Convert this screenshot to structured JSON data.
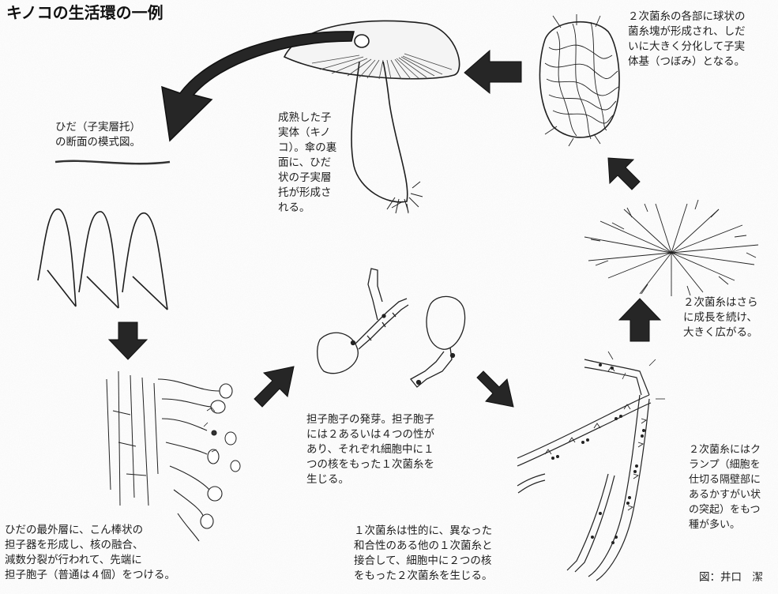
{
  "title": "キノコの生活環の一例",
  "captions": {
    "mature_fruit_body": "成熟した子\n実体（キノ\nコ）。傘の裏\n面に、ひだ\n状の子実層\n托が形成さ\nれる。",
    "secondary_mycelium_knots": "２次菌糸の各部に球状の\n菌糸塊が形成され、しだ\nいに大きく分化して子実\n体基（つぼみ）となる。",
    "gill_section": "ひだ（子実層托）\nの断面の模式図。",
    "secondary_mycelium_growth": "２次菌糸はさら\nに成長を続け、\n大きく広がる。",
    "spore_germination": "担子胞子の発芽。担子胞子\nには２あるいは４つの性が\nあり、それぞれ細胞中に１\nつの核をもった１次菌糸を\n生じる。",
    "clamp_connections": "２次菌糸にはク\nランプ（細胞を\n仕切る隔壁部に\nあるかすがい状\nの突起）をもつ\n種が多い。",
    "basidium_formation": "ひだの最外層に、こん棒状の\n担子器を形成し、核の融合、\n減数分裂が行われて、先端に\n担子胞子（普通は４個）をつける。",
    "plasmogamy": "１次菌糸は性的に、異なった\n和合性のある他の１次菌糸と\n接合して、細胞中に２つの核\nをもった２次菌糸を生じる。"
  },
  "credit": "図：井口　潔",
  "colors": {
    "ink": "#1e1e1e",
    "arrow": "#2a2a2a",
    "paper": "#ffffff"
  }
}
